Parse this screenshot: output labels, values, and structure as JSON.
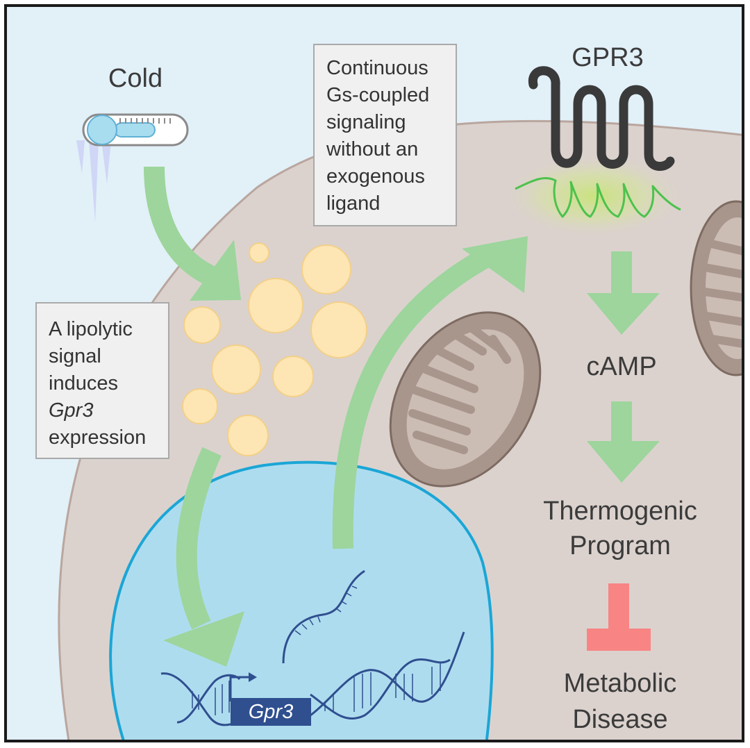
{
  "labels": {
    "cold": "Cold",
    "gpr3_protein": "GPR3",
    "camp": "cAMP",
    "thermogenic_line1": "Thermogenic",
    "thermogenic_line2": "Program",
    "metabolic_line1": "Metabolic",
    "metabolic_line2": "Disease",
    "gene": "Gpr3"
  },
  "boxes": {
    "lipolytic": {
      "line1": "A lipolytic",
      "line2": "signal",
      "line3": "induces",
      "line4": "Gpr3",
      "line5": "expression"
    },
    "signaling": {
      "line1": "Continuous",
      "line2": "Gs-coupled",
      "line3": "signaling",
      "line4": "without an",
      "line5": "exogenous",
      "line6": "ligand"
    }
  },
  "icons": {
    "thermometer": "thermometer-icon",
    "receptor": "gpcr-receptor-icon",
    "inhibition": "inhibition-bar-icon",
    "dna": "dna-helix-icon",
    "mrna": "mrna-icon",
    "mitochondrion": "mitochondrion-icon",
    "lipid_droplet": "lipid-droplet-icon"
  },
  "colors": {
    "background": "#e2f0f8",
    "cell": "#dbd2ce",
    "cell_border": "#b9a69e",
    "nucleus": "#aedcef",
    "nucleus_border": "#1aa6d6",
    "arrow": "#9dd59c",
    "lipid": "#fde6b3",
    "mitochondrion": "#a8968c",
    "receptor": "#3a3a3a",
    "g_protein": "#4cc24c",
    "dna": "#2f4f8f",
    "gene_box": "#2f4f8f",
    "inhibition": "#f88484"
  }
}
